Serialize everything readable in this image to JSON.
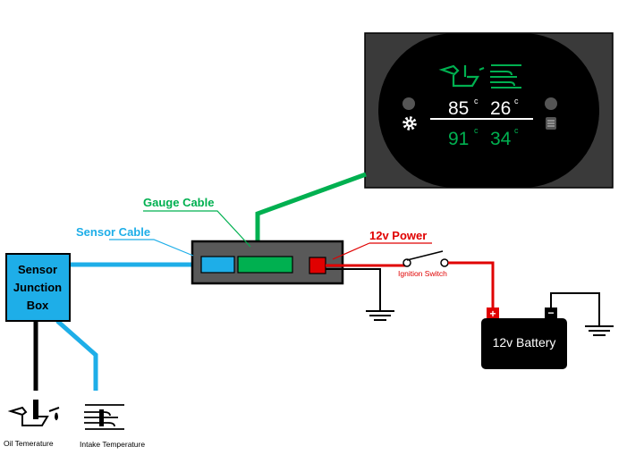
{
  "gauge": {
    "top_left": "85",
    "top_right": "26",
    "bottom_left": "91",
    "bottom_right": "34",
    "unit": "c"
  },
  "labels": {
    "gauge_cable": "Gauge Cable",
    "sensor_cable": "Sensor Cable",
    "power": "12v Power",
    "ignition_switch": "Ignition Switch",
    "battery": "12v Battery",
    "junction_line1": "Sensor",
    "junction_line2": "Junction",
    "junction_line3": "Box",
    "oil_temp": "Oil Temerature",
    "intake_temp": "Intake Temperature",
    "battery_plus": "+",
    "battery_minus": "−"
  },
  "colors": {
    "gauge_cable": "#00b050",
    "sensor_cable": "#1eaee8",
    "power": "#e00000",
    "ground": "#000000",
    "junction_box": "#1eaee8",
    "hub": "#595959"
  },
  "icons": [
    "oil-can-icon",
    "intake-temperature-icon",
    "gear-icon",
    "menu-icon",
    "ground-symbol-icon"
  ]
}
